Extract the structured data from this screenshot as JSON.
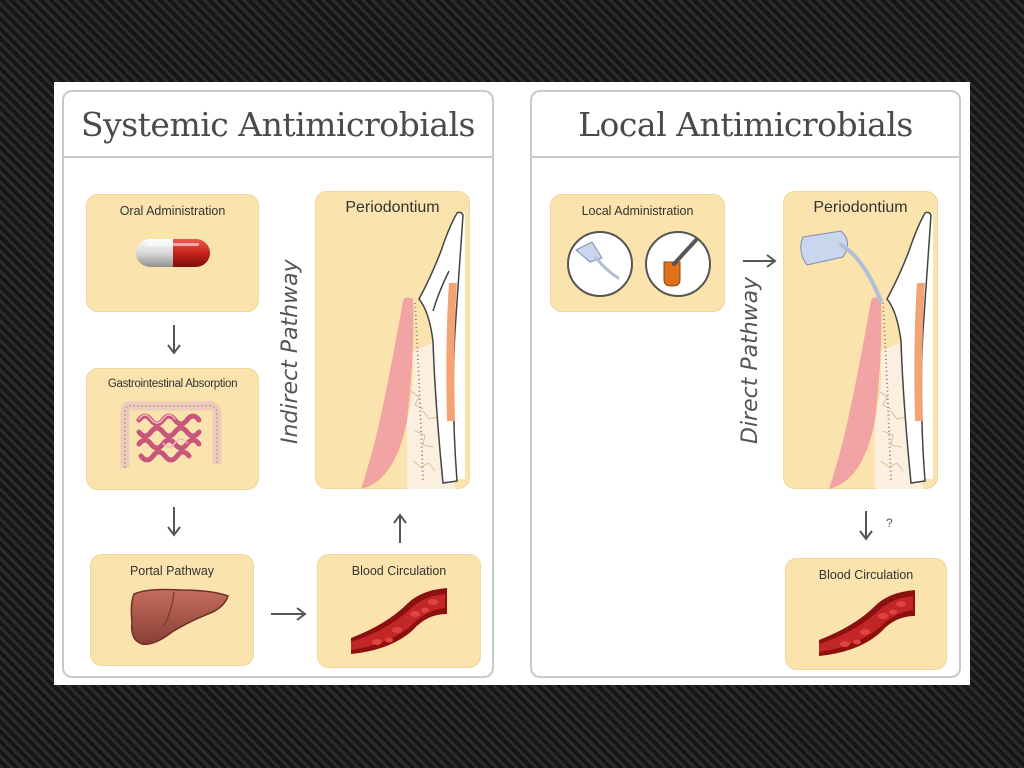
{
  "systemic": {
    "title": "Systemic Antimicrobials",
    "oral_administration": "Oral Administration",
    "gi_absorption": "Gastrointestinal Absorption",
    "portal_pathway": "Portal Pathway",
    "blood_circulation": "Blood Circulation",
    "periodontium": "Periodontium",
    "pathway_label": "Indirect Pathway"
  },
  "local": {
    "title": "Local Antimicrobials",
    "local_administration": "Local Administration",
    "periodontium": "Periodontium",
    "blood_circulation": "Blood Circulation",
    "pathway_label": "Direct Pathway",
    "uncertain_mark": "?"
  },
  "colors": {
    "box_fill": "#fbe3ae",
    "gingiva": "#f2a3a3",
    "blood": "#a51818",
    "liver": "#a8584a",
    "pill_red": "#c8221c"
  },
  "icons": [
    "capsule-icon",
    "intestine-icon",
    "liver-icon",
    "blood-vessel-icon",
    "tooth-icon",
    "syringe-tip-icon",
    "dropper-icon"
  ]
}
